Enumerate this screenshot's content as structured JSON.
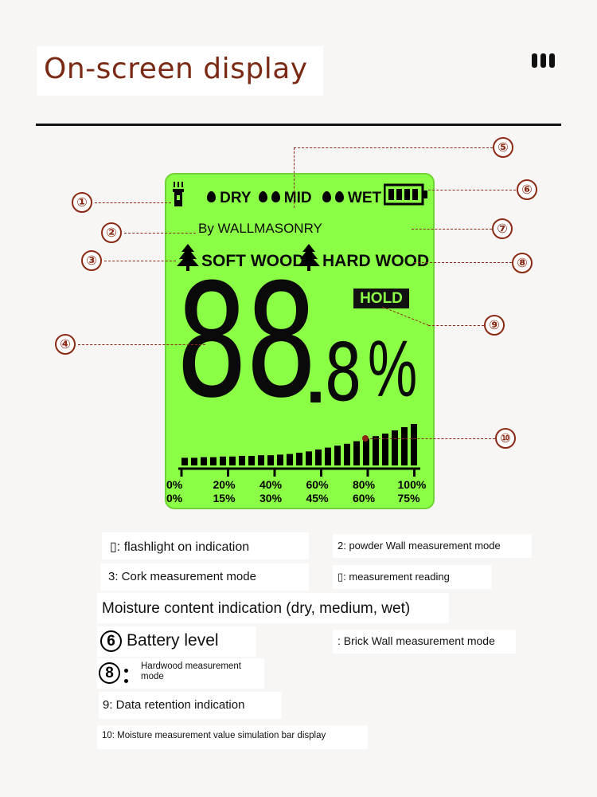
{
  "page": {
    "title": "On-screen display"
  },
  "lcd": {
    "moisture_dry": "DRY",
    "moisture_mid": "MID",
    "moisture_wet": "WET",
    "brand": "By WALLMASONRY",
    "soft_wood": "SOFT WOOD",
    "hard_wood": "HARD WOOD",
    "reading_main": "88",
    "reading_dot": ".",
    "reading_decimal": "8",
    "reading_unit": "%",
    "hold": "HOLD",
    "bar_levels": [
      0.12,
      0.12,
      0.13,
      0.13,
      0.14,
      0.14,
      0.15,
      0.15,
      0.16,
      0.16,
      0.17,
      0.18,
      0.2,
      0.22,
      0.25,
      0.28,
      0.31,
      0.34,
      0.38,
      0.42,
      0.46,
      0.5,
      0.55,
      0.6,
      0.65
    ],
    "scale_top": [
      "0%",
      "20%",
      "40%",
      "60%",
      "80%",
      "100%"
    ],
    "scale_bottom": [
      "0%",
      "15%",
      "30%",
      "45%",
      "60%",
      "75%"
    ],
    "battery_bars": 4
  },
  "callouts": [
    "①",
    "②",
    "③",
    "④",
    "⑤",
    "⑥",
    "⑦",
    "⑧",
    "⑨",
    "⑩"
  ],
  "legend": {
    "item1": "▯: flashlight on indication",
    "item2": "2: powder Wall measurement mode",
    "item3": "3: Cork measurement mode",
    "item4": "▯: measurement reading",
    "item5": "Moisture content indication (dry, medium, wet)",
    "item6_num": "6",
    "item6": "Battery level",
    "item7": ": Brick Wall measurement mode",
    "item8_num": "8",
    "item8": "Hardwood measurement mode",
    "item9": "9: Data retention indication",
    "item10": "10: Moisture measurement value simulation bar display"
  },
  "colors": {
    "lcd_bg": "#8bff45",
    "accent": "#7a2a14",
    "segment": "#0a0a0a"
  }
}
